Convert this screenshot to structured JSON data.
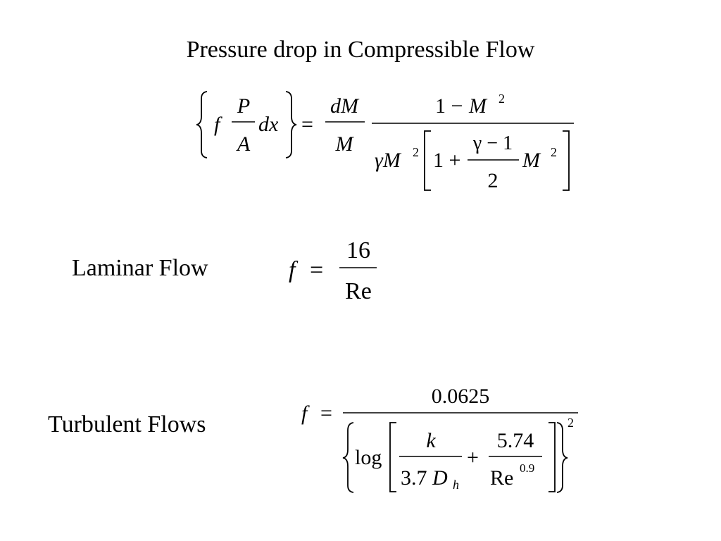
{
  "slide": {
    "title": "Pressure drop in Compressible Flow",
    "labels": {
      "laminar": "Laminar Flow",
      "turbulent": "Turbulent Flows"
    }
  },
  "equations": {
    "compressible": {
      "lhs_f": "f",
      "lhs_P": "P",
      "lhs_A": "A",
      "lhs_dx": "dx",
      "eq": "=",
      "dM": "dM",
      "M": "M",
      "one_minus": "1 −",
      "M_num": "M",
      "exp2": "2",
      "gammaM": "γM",
      "one_plus": "1 +",
      "gamma_minus_one": "γ − 1",
      "two": "2",
      "M_den": "M"
    },
    "laminar": {
      "f": "f",
      "eq": "=",
      "numerator": "16",
      "denominator": "Re"
    },
    "turbulent": {
      "f": "f",
      "eq": "=",
      "numerator": "0.0625",
      "log": "log",
      "k": "k",
      "three_seven": "3.7",
      "D": "D",
      "h": "h",
      "plus": "+",
      "five_seventy_four": "5.74",
      "Re": "Re",
      "exp_09": "0.9",
      "outer_exp": "2"
    }
  }
}
